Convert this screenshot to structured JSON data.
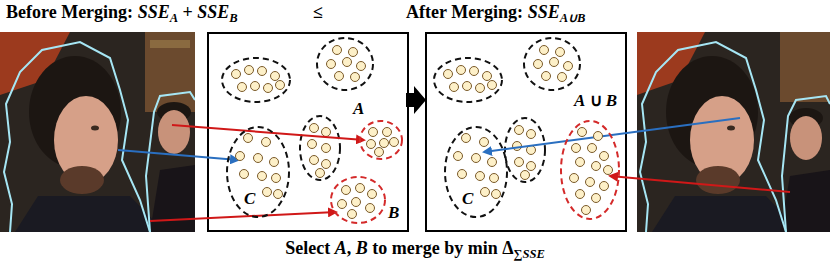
{
  "diagram": {
    "caption": "Select A, B to merge by min Δ∑SSE",
    "nodes": [
      {
        "text": [
          "A"
        ]
      },
      {
        "text": [
          "B"
        ]
      },
      {
        "text": [
          "C"
        ]
      },
      {
        "text": [
          "A ∪ B"
        ]
      },
      {
        "text": [
          "C"
        ]
      }
    ],
    "labels": [
      "Before Merging: SSEA + SSEB",
      "≤",
      "After Merging: SSEA∪B"
    ]
  }
}
